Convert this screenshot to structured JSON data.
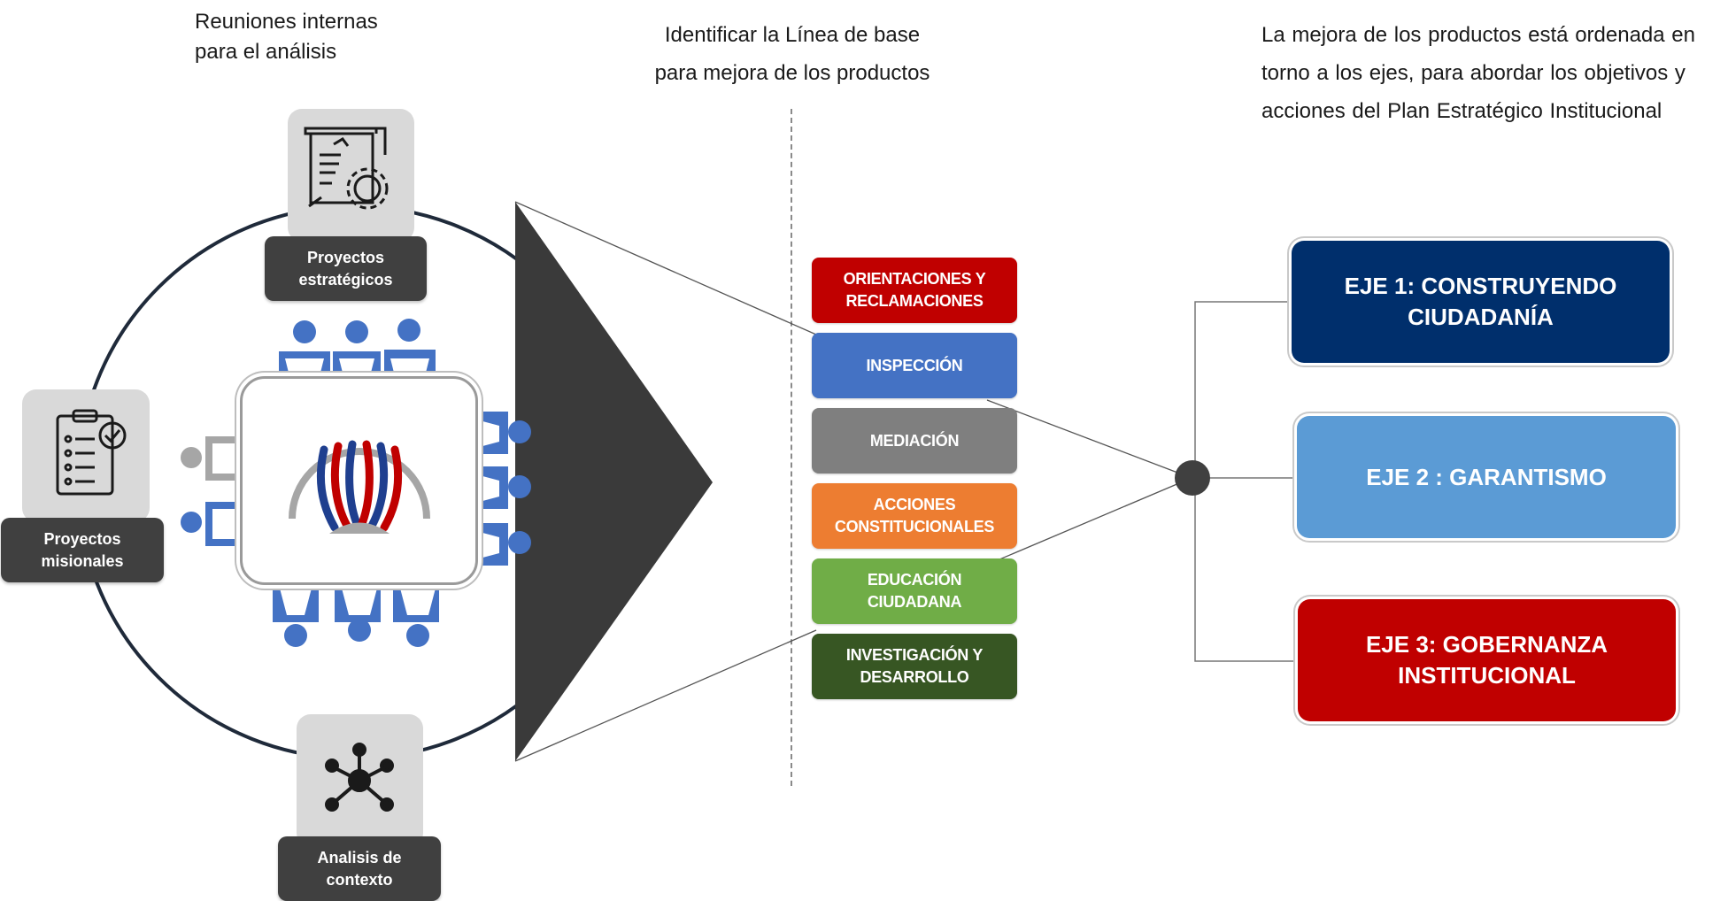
{
  "captions": {
    "meetings_line1": "Reuniones internas",
    "meetings_line2": "para el análisis",
    "baseline_line1": "Identificar la Línea de base",
    "baseline_line2": "para mejora de los productos",
    "axes_line1": "La mejora de los productos está ordenada en",
    "axes_line2": "torno a los ejes, para abordar los objetivos y",
    "axes_line3": "acciones del Plan Estratégico Institucional"
  },
  "inputs": [
    {
      "icon": "strategy-document-gear-icon",
      "line1": "Proyectos",
      "line2": "estratégicos"
    },
    {
      "icon": "checklist-icon",
      "line1": "Proyectos",
      "line2": "misionales"
    },
    {
      "icon": "network-hub-icon",
      "line1": "Analisis de",
      "line2": "contexto"
    }
  ],
  "products": [
    {
      "line1": "ORIENTACIONES Y",
      "line2": "RECLAMACIONES",
      "color": "#c00000"
    },
    {
      "line1": "INSPECCIÓN",
      "line2": "",
      "color": "#4472c4"
    },
    {
      "line1": "MEDIACIÓN",
      "line2": "",
      "color": "#7f7f7f"
    },
    {
      "line1": "ACCIONES",
      "line2": "CONSTITUCIONALES",
      "color": "#ed7d31"
    },
    {
      "line1": "EDUCACIÓN",
      "line2": "CIUDADANA",
      "color": "#70ad47"
    },
    {
      "line1": "INVESTIGACIÓN Y",
      "line2": "DESARROLLO",
      "color": "#375623"
    }
  ],
  "ejes": [
    {
      "line1": "EJE 1: CONSTRUYENDO",
      "line2": "CIUDADANÍA",
      "color": "#002f6c"
    },
    {
      "line1": "EJE 2 : GARANTISMO",
      "line2": "",
      "color": "#5b9bd5"
    },
    {
      "line1": "EJE 3: GOBERNANZA",
      "line2": "INSTITUCIONAL",
      "color": "#c00000"
    }
  ],
  "colors": {
    "chair_blue": "#4472c4",
    "chair_gray": "#a6a6a6",
    "dark_label": "#404040",
    "tile_gray": "#d9d9d9"
  }
}
